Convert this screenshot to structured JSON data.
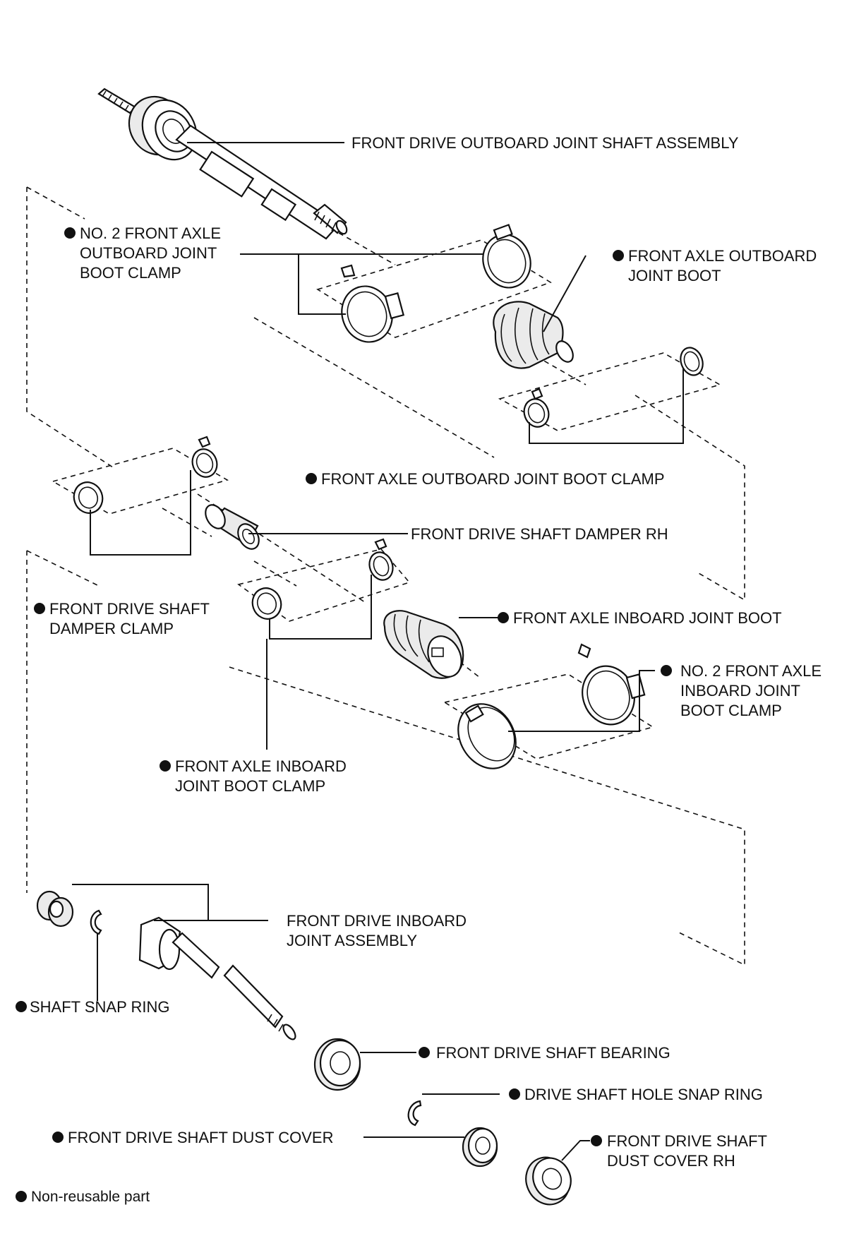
{
  "labels": {
    "outboard_shaft_assembly": "FRONT DRIVE OUTBOARD JOINT SHAFT ASSEMBLY",
    "no2_outboard_clamp": [
      "NO. 2 FRONT AXLE",
      "OUTBOARD JOINT",
      "BOOT CLAMP"
    ],
    "outboard_boot": [
      "FRONT AXLE OUTBOARD",
      "JOINT BOOT"
    ],
    "outboard_boot_clamp": "FRONT AXLE OUTBOARD JOINT BOOT CLAMP",
    "damper_rh": "FRONT DRIVE SHAFT DAMPER RH",
    "damper_clamp": [
      "FRONT DRIVE SHAFT",
      "DAMPER CLAMP"
    ],
    "inboard_boot": "FRONT AXLE INBOARD JOINT BOOT",
    "no2_inboard_clamp": [
      "NO. 2 FRONT AXLE",
      "INBOARD JOINT",
      "BOOT CLAMP"
    ],
    "inboard_boot_clamp": [
      "FRONT AXLE INBOARD",
      "JOINT BOOT CLAMP"
    ],
    "inboard_joint_assembly": [
      "FRONT DRIVE INBOARD",
      "JOINT ASSEMBLY"
    ],
    "shaft_snap_ring": "SHAFT SNAP RING",
    "shaft_bearing": "FRONT DRIVE SHAFT BEARING",
    "hole_snap_ring": "DRIVE SHAFT HOLE SNAP RING",
    "dust_cover": "FRONT DRIVE SHAFT DUST COVER",
    "dust_cover_rh": [
      "FRONT DRIVE SHAFT",
      "DUST COVER RH"
    ]
  },
  "legend": {
    "text": "Non-reusable part"
  },
  "colors": {
    "ink": "#111111",
    "background": "#ffffff"
  }
}
